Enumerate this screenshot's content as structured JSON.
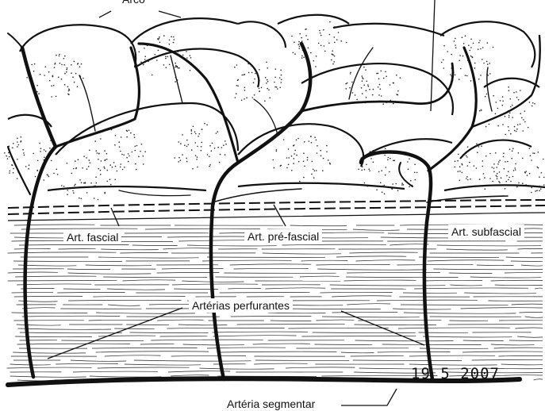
{
  "labels": {
    "top_partial": "Arco",
    "art_fascial": "Art. fascial",
    "art_prefascial": "Art. pré-fascial",
    "art_subfascial": "Art. subfascial",
    "arterias_perfurantes": "Artérias perfurantes",
    "arteria_segmentar": "Artéria segmentar"
  },
  "stamp": "19 5 2007",
  "colors": {
    "ink": "#111111",
    "paper": "#ffffff"
  }
}
